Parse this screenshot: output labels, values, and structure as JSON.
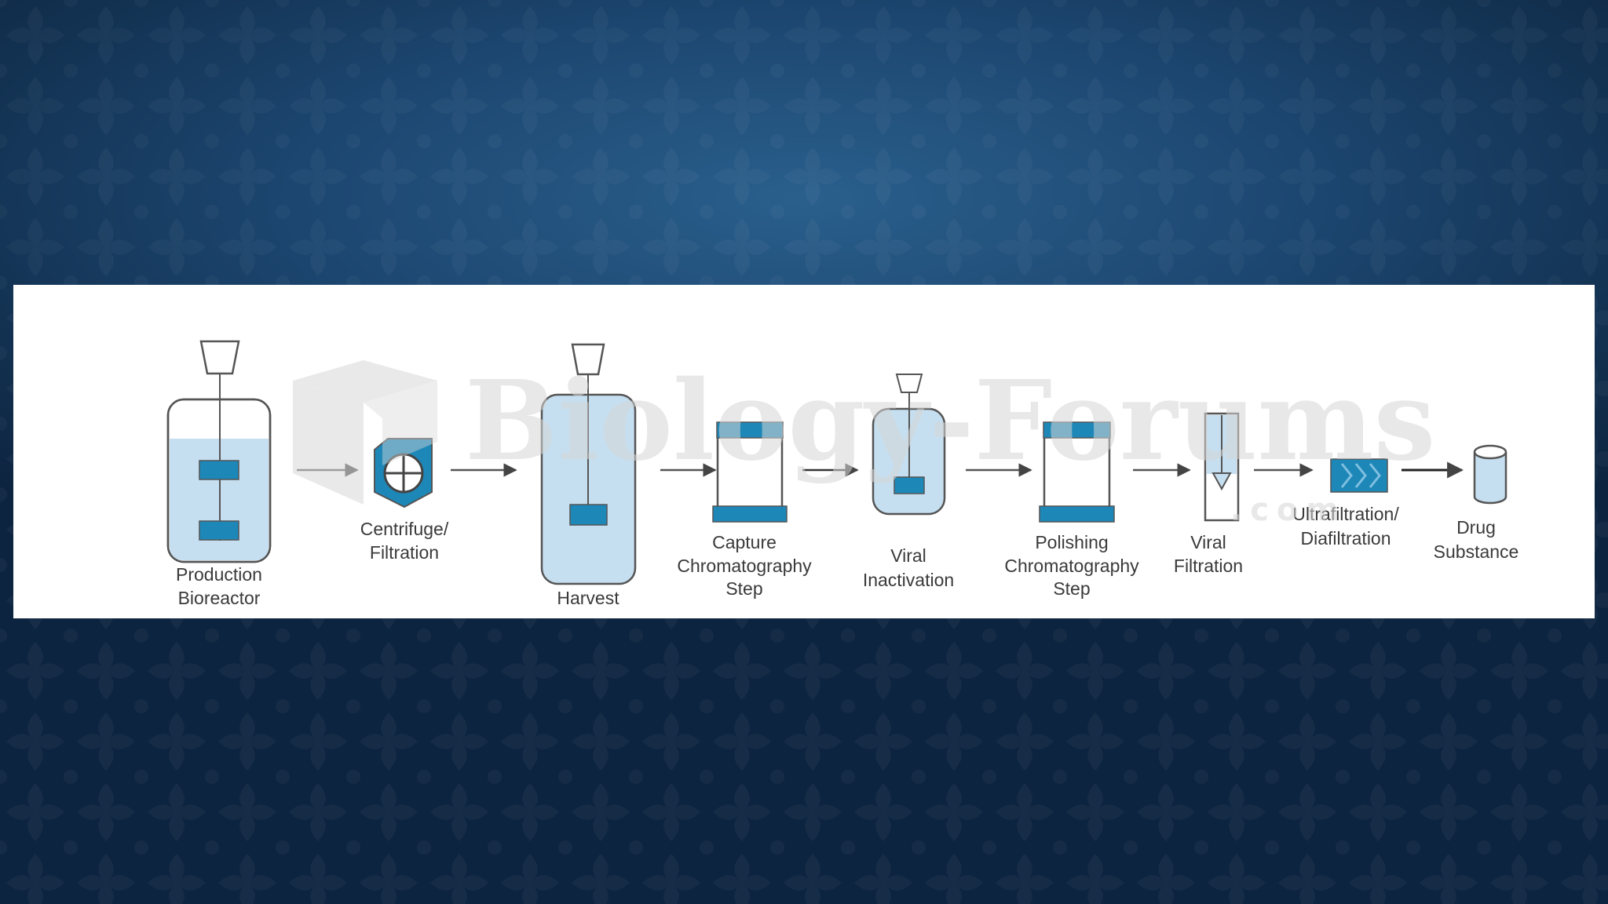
{
  "colors": {
    "background_dark": "#0d2440",
    "background_light": "#2a5f8c",
    "panel": "#ffffff",
    "equipment_fill": "#c6dff0",
    "equipment_accent": "#1d87b8",
    "outline": "#555555",
    "arrow": "#444444",
    "label_text": "#3a3a3a"
  },
  "diagram": {
    "steps": [
      {
        "id": "production-bioreactor",
        "icon": "bioreactor-icon",
        "label_lines": [
          "Production",
          "Bioreactor"
        ]
      },
      {
        "id": "centrifuge-filtration",
        "icon": "centrifuge-icon",
        "label_lines": [
          "Centrifuge/",
          "Filtration"
        ]
      },
      {
        "id": "harvest",
        "icon": "harvest-tank-icon",
        "label_lines": [
          "Harvest"
        ]
      },
      {
        "id": "capture-chromatography",
        "icon": "chromatography-column-icon",
        "label_lines": [
          "Capture",
          "Chromatography",
          "Step"
        ]
      },
      {
        "id": "viral-inactivation",
        "icon": "inactivation-vessel-icon",
        "label_lines": [
          "Viral",
          "Inactivation"
        ]
      },
      {
        "id": "polishing-chromatography",
        "icon": "chromatography-column-icon",
        "label_lines": [
          "Polishing",
          "Chromatography",
          "Step"
        ]
      },
      {
        "id": "viral-filtration",
        "icon": "viral-filter-icon",
        "label_lines": [
          "Viral",
          "Filtration"
        ]
      },
      {
        "id": "ultrafiltration-diafiltration",
        "icon": "uf-df-cassette-icon",
        "label_lines": [
          "Ultrafiltration/",
          "Diafiltration"
        ]
      },
      {
        "id": "drug-substance",
        "icon": "drug-substance-cylinder-icon",
        "label_lines": [
          "Drug",
          "Substance"
        ]
      }
    ],
    "watermark": {
      "icon": "biology-forums-logo-icon",
      "text": "Biology-Forums",
      "suffix": ".com"
    }
  }
}
